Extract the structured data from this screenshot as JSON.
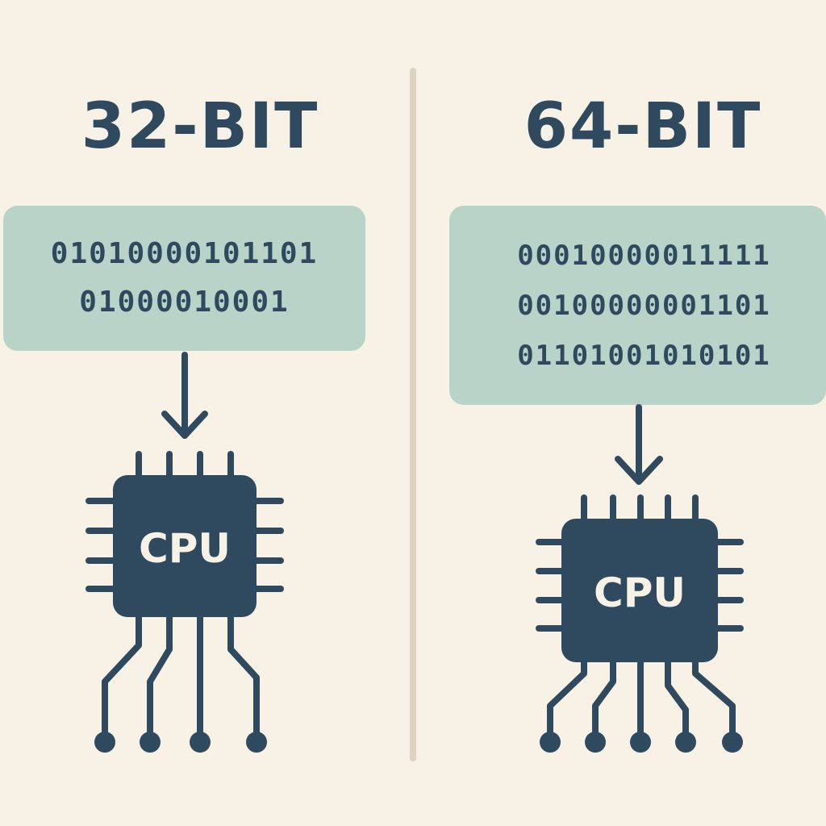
{
  "left": {
    "title": "32-BIT",
    "bits": [
      "01010000101101",
      "01000010001"
    ],
    "cpu_label": "CPU"
  },
  "right": {
    "title": "64-BIT",
    "bits": [
      "00010000011111",
      "00100000001101",
      "01101001010101"
    ],
    "cpu_label": "CPU"
  },
  "colors": {
    "background": "#f8f1e6",
    "panel": "#b8d3c7",
    "ink": "#2f4a5e",
    "divider": "#ddd3c2"
  },
  "icons": [
    "down-arrow-icon",
    "cpu-chip-icon"
  ]
}
